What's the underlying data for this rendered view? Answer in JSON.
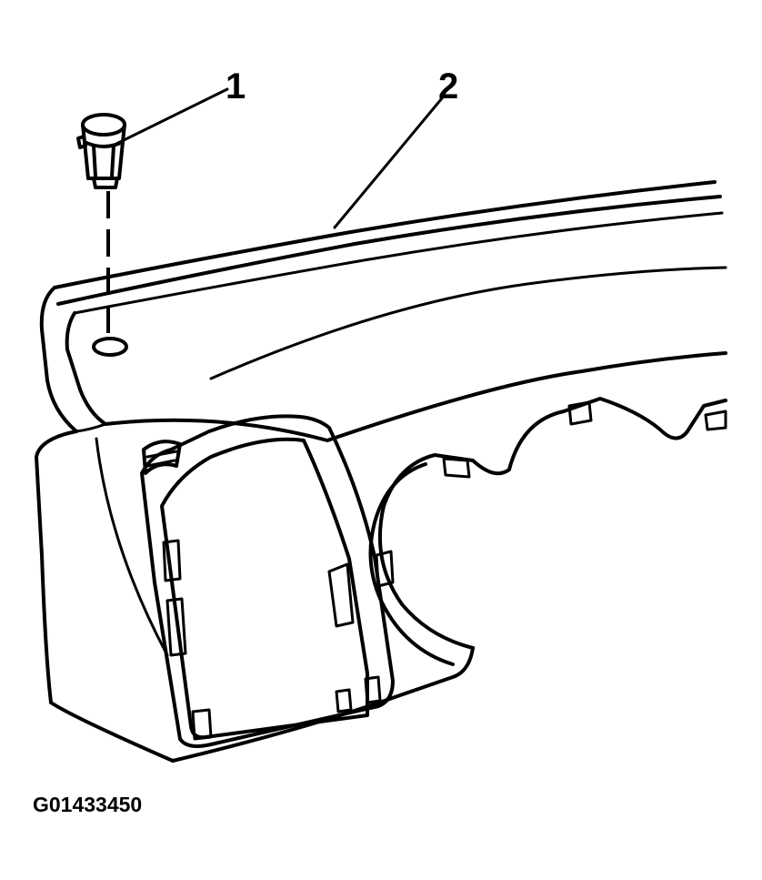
{
  "callouts": [
    {
      "number": "1"
    },
    {
      "number": "2"
    }
  ],
  "figure_id": "G01433450"
}
